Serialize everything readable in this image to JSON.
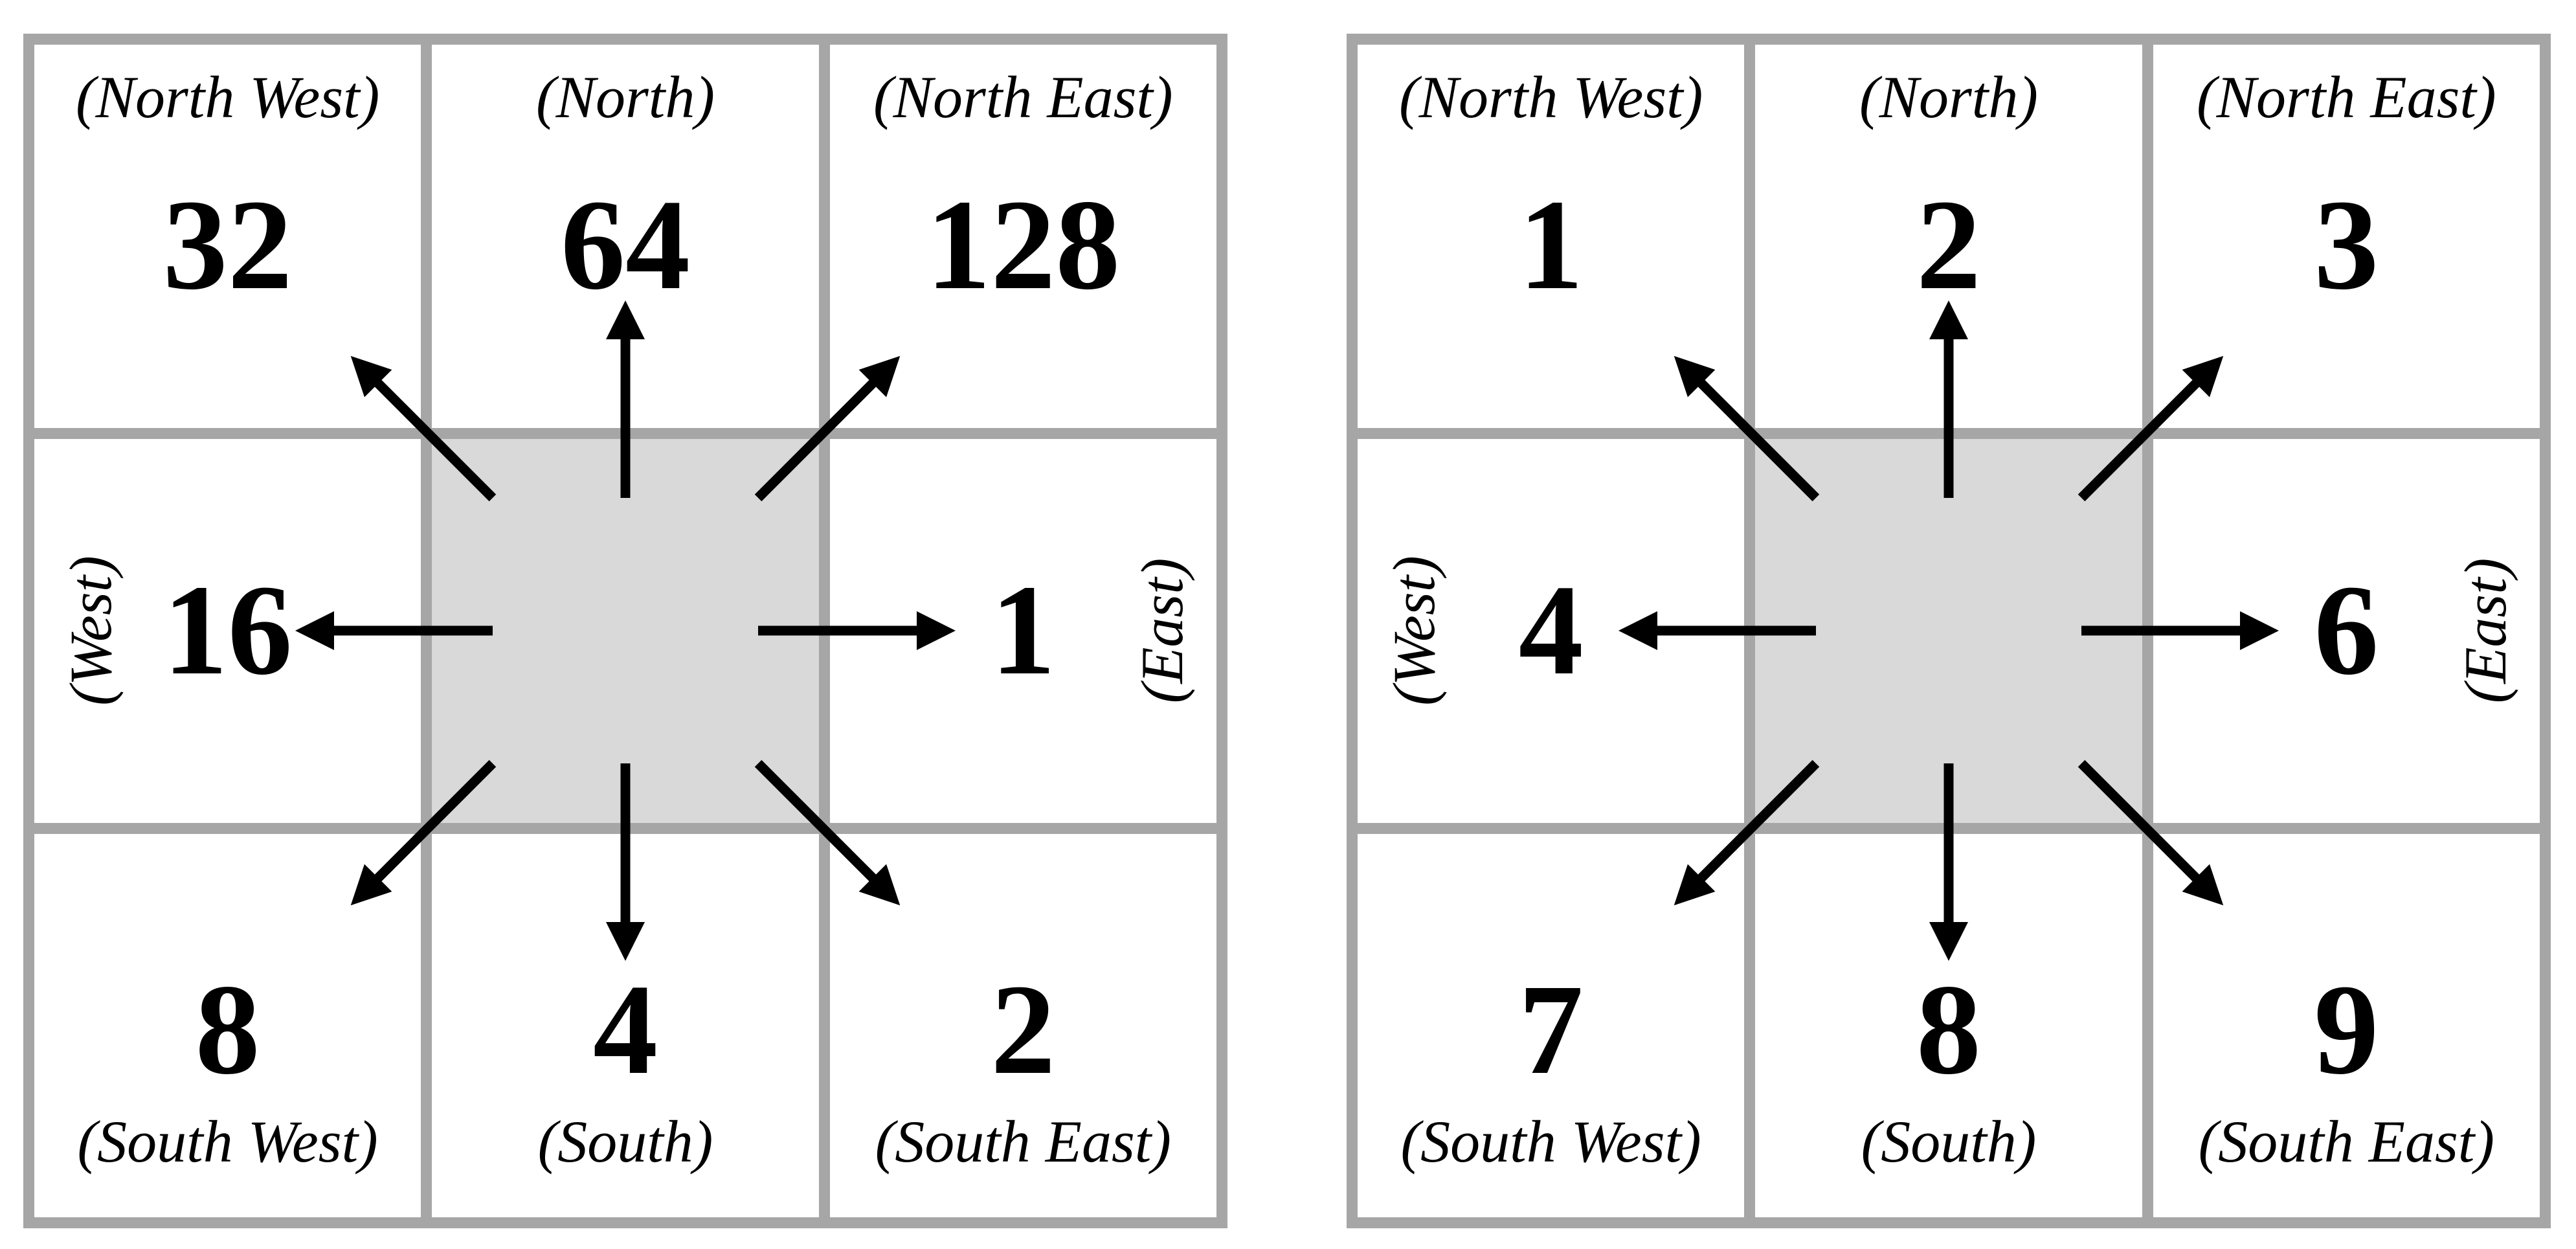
{
  "colors": {
    "grid_line": "#a6a6a6",
    "center_fill": "#d9d9d9",
    "text": "#000000"
  },
  "diagrams": [
    {
      "north_west": {
        "label": "(North West)",
        "value": 32
      },
      "north": {
        "label": "(North)",
        "value": 64
      },
      "north_east": {
        "label": "(North East)",
        "value": 128
      },
      "west": {
        "label": "(West)",
        "value": 16
      },
      "east": {
        "label": "(East)",
        "value": 1
      },
      "south_west": {
        "label": "(South West)",
        "value": 8
      },
      "south": {
        "label": "(South)",
        "value": 4
      },
      "south_east": {
        "label": "(South East)",
        "value": 2
      }
    },
    {
      "north_west": {
        "label": "(North West)",
        "value": 1
      },
      "north": {
        "label": "(North)",
        "value": 2
      },
      "north_east": {
        "label": "(North East)",
        "value": 3
      },
      "west": {
        "label": "(West)",
        "value": 4
      },
      "east": {
        "label": "(East)",
        "value": 6
      },
      "south_west": {
        "label": "(South West)",
        "value": 7
      },
      "south": {
        "label": "(South)",
        "value": 8
      },
      "south_east": {
        "label": "(South East)",
        "value": 9
      }
    }
  ]
}
